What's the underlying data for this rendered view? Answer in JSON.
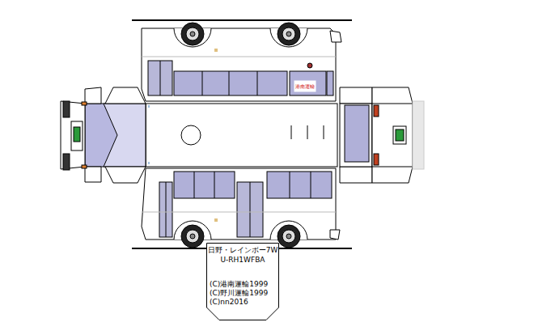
{
  "diagram": {
    "nodes": [
      {
        "text": [
          "日野・レインボー7W",
          "U-RH1WFBA",
          "(C)港南運輸1999",
          "(C)野川運輸1999",
          "(C)nn2016"
        ]
      }
    ],
    "labels": [
      "港南運輸"
    ]
  }
}
